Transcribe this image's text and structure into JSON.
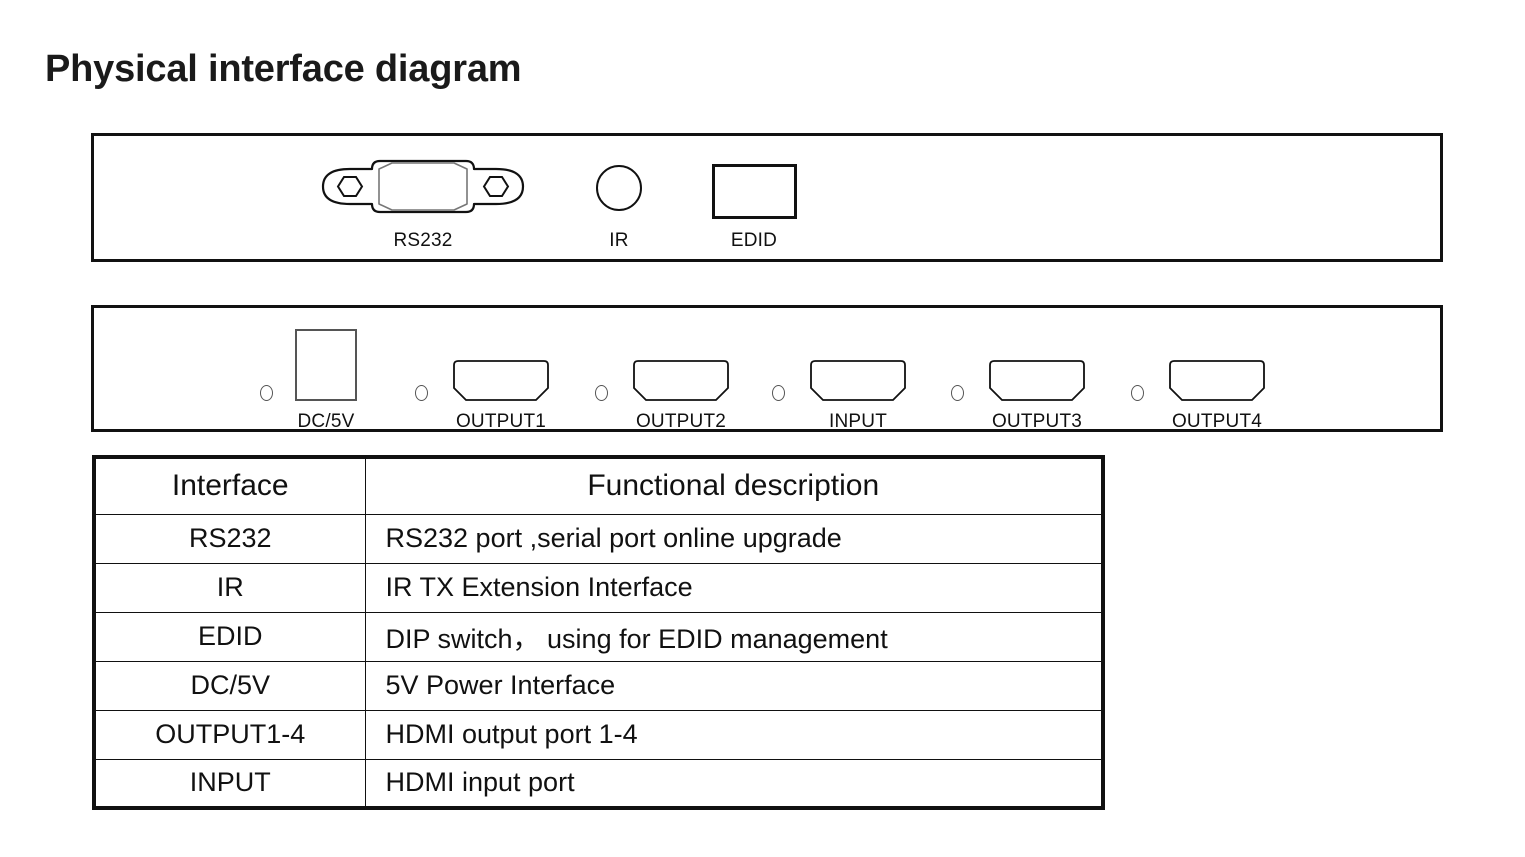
{
  "page": {
    "title": "Physical interface diagram"
  },
  "rear_panel": {
    "name": "rear-panel",
    "ports": [
      {
        "id": "rs232",
        "label": "RS232",
        "icon": "db9-connector-icon"
      },
      {
        "id": "ir",
        "label": "IR",
        "icon": "ir-circle-icon"
      },
      {
        "id": "edid",
        "label": "EDID",
        "icon": "dip-switch-icon"
      }
    ]
  },
  "front_panel": {
    "name": "front-panel",
    "ports": [
      {
        "id": "dc5v",
        "label": "DC/5V",
        "icon": "dc-power-jack-icon"
      },
      {
        "id": "output1",
        "label": "OUTPUT1",
        "icon": "hdmi-port-icon"
      },
      {
        "id": "output2",
        "label": "OUTPUT2",
        "icon": "hdmi-port-icon"
      },
      {
        "id": "input",
        "label": "INPUT",
        "icon": "hdmi-port-icon"
      },
      {
        "id": "output3",
        "label": "OUTPUT3",
        "icon": "hdmi-port-icon"
      },
      {
        "id": "output4",
        "label": "OUTPUT4",
        "icon": "hdmi-port-icon"
      }
    ]
  },
  "table": {
    "headers": [
      "Interface",
      "Functional description"
    ],
    "rows": [
      {
        "interface": "RS232",
        "description": "RS232 port ,serial port online upgrade"
      },
      {
        "interface": "IR",
        "description": "IR TX Extension Interface"
      },
      {
        "interface": "EDID",
        "description": "DIP switch， using for EDID management"
      },
      {
        "interface": "DC/5V",
        "description": "5V Power Interface"
      },
      {
        "interface": "OUTPUT1-4",
        "description": "HDMI output port 1-4"
      },
      {
        "interface": "INPUT",
        "description": "HDMI input port"
      }
    ]
  },
  "colors": {
    "ink": "#111111",
    "background": "#ffffff",
    "thin_line": "#555555"
  }
}
